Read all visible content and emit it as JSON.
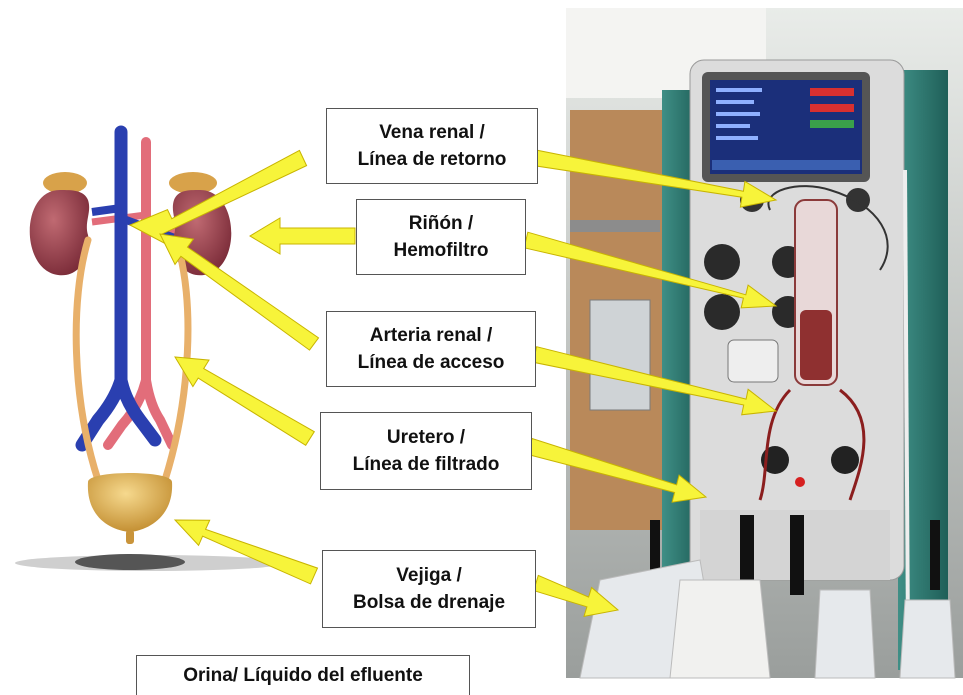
{
  "labels": [
    {
      "line1": "Vena renal /",
      "line2": "Línea de retorno"
    },
    {
      "line1": "Riñón /",
      "line2": "Hemofiltro"
    },
    {
      "line1": "Arteria renal /",
      "line2": "Línea de acceso"
    },
    {
      "line1": "Uretero /",
      "line2": "Línea de filtrado"
    },
    {
      "line1": "Vejiga /",
      "line2": "Bolsa de drenaje"
    }
  ],
  "caption": "Orina/ Líquido del efluente",
  "colors": {
    "arrow": "#f7f43a",
    "arrow_outline": "#d8c400",
    "vein": "#2a3fb0",
    "artery": "#e26d7a",
    "kidney": "#9a3f4d",
    "ureter": "#e8b06a",
    "bladder": "#d9a94a",
    "machine": "#dcdcdc"
  }
}
